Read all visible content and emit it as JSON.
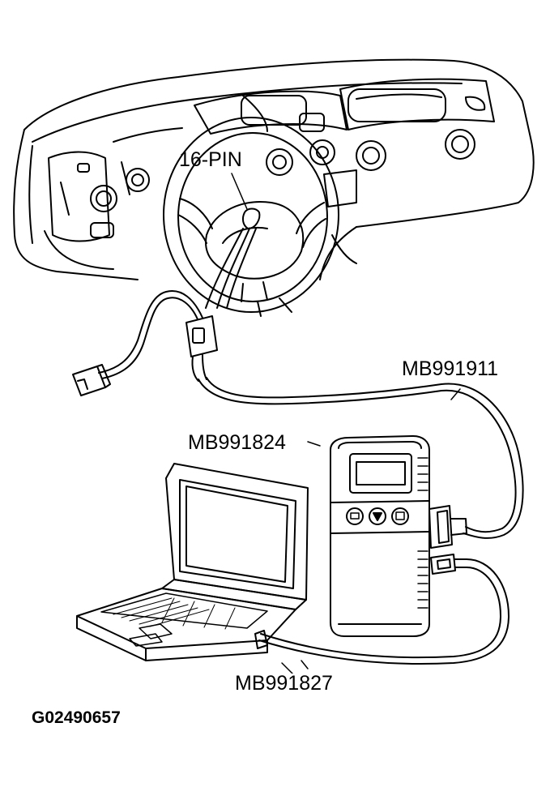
{
  "labels": {
    "connector": "16-PIN",
    "cable_main": "MB991911",
    "interface_unit": "MB991824",
    "pc_cable": "MB991827",
    "figure_code": "G02490657"
  },
  "colors": {
    "line": "#000000",
    "background": "#ffffff"
  }
}
